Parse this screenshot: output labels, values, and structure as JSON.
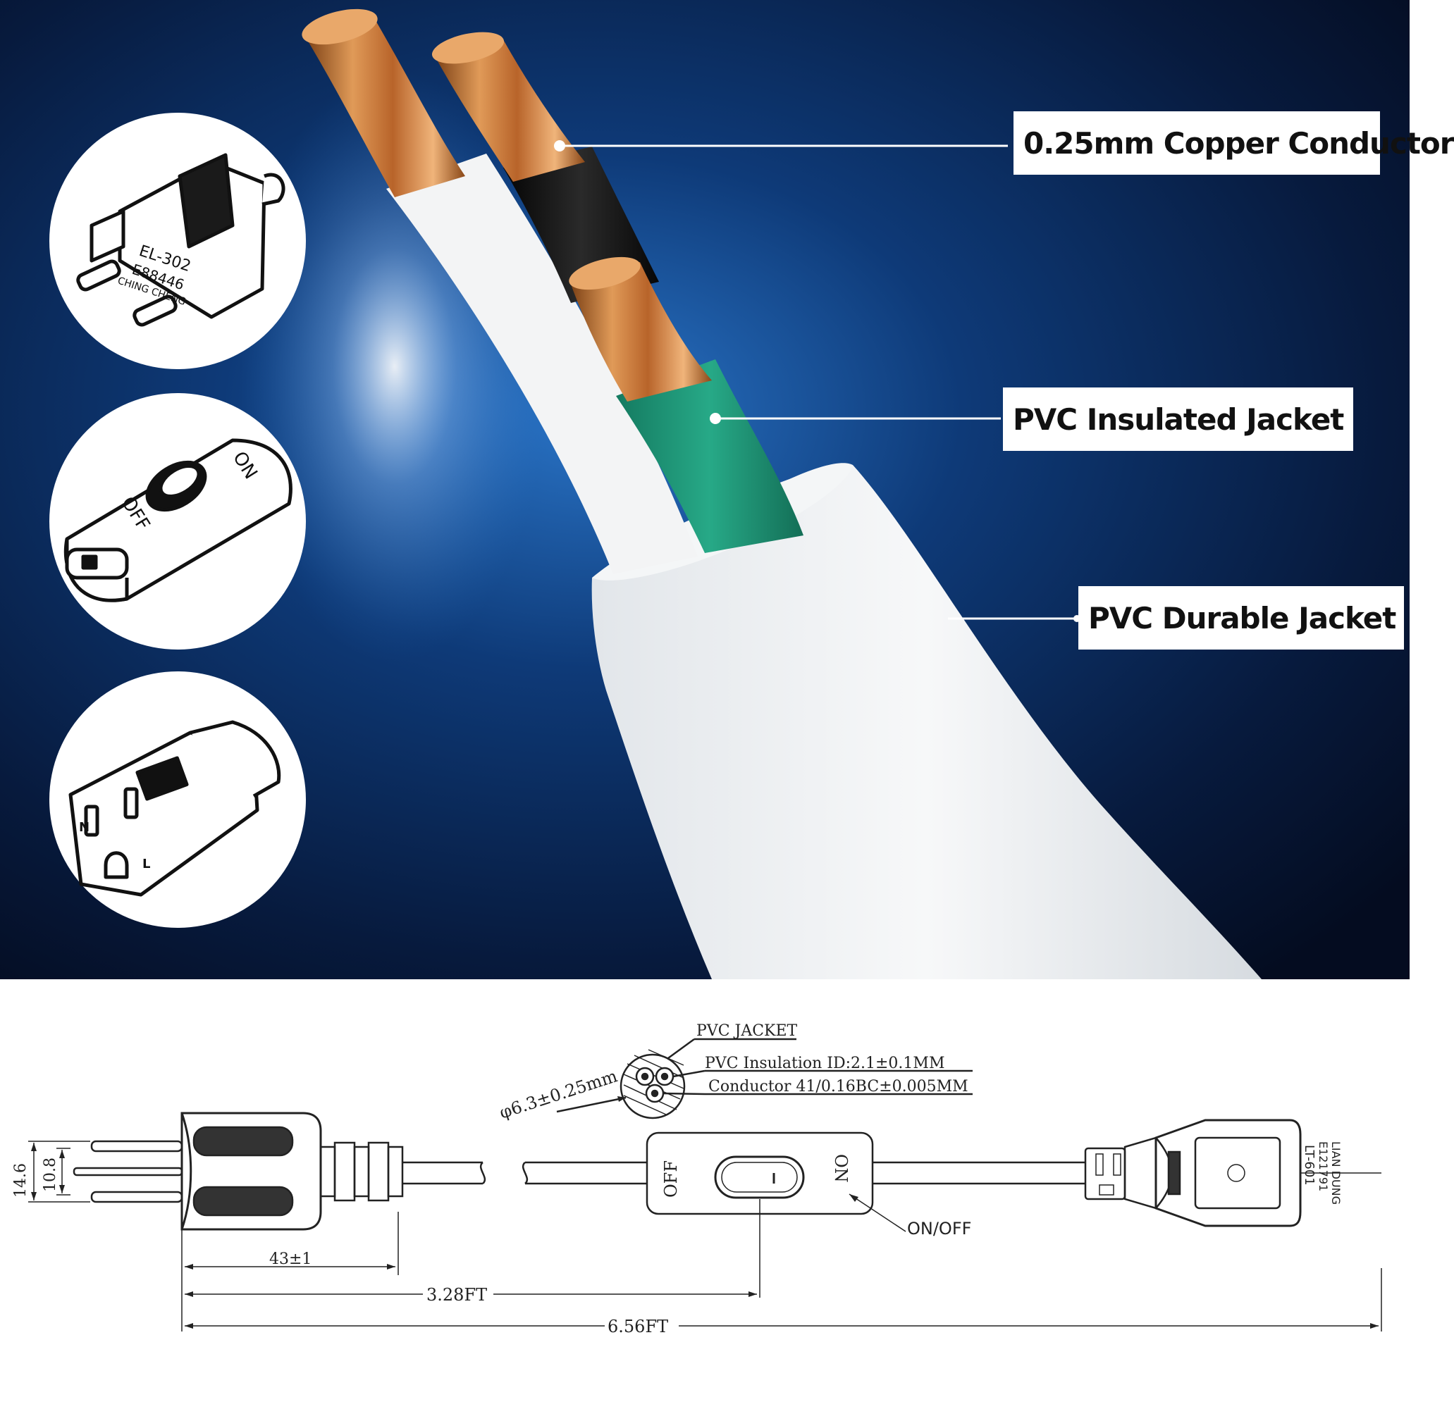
{
  "callouts": {
    "conductor": "0.25mm Copper Conductor",
    "insulated": "PVC Insulated Jacket",
    "durable": "PVC Durable Jacket"
  },
  "icons": {
    "plug": {
      "stamp1": "EL-302",
      "stamp2": "E88446",
      "stamp3": "CHING CHENG"
    },
    "switch": {
      "on": "ON",
      "off": "OFF"
    },
    "socket": {
      "neutral": "N",
      "live": "L"
    }
  },
  "drawing": {
    "cross_section": {
      "jacket": "PVC JACKET",
      "insulation": "PVC Insulation ID:2.1±0.1MM",
      "conductor": "Conductor 41/0.16BC±0.005MM",
      "diameter": "φ6.3±0.25mm"
    },
    "plug_dims": {
      "height": "14.6",
      "pin": "10.8",
      "length": "43±1"
    },
    "switch": {
      "off": "OFF",
      "on": "ON",
      "callout": "ON/OFF"
    },
    "connector_label": {
      "line1": "LIAN DUNG",
      "line2": "E121791",
      "line3": "LT-601"
    },
    "lengths": {
      "half": "3.28FT",
      "full": "6.56FT"
    }
  },
  "colors": {
    "background_dark": "#06142e",
    "background_glow": "#1f5fb0",
    "copper": "#c8783a",
    "jacket_white": "#eef1f2",
    "green_insulation": "#1f9a7c",
    "black_insulation": "#1a1a1a"
  }
}
